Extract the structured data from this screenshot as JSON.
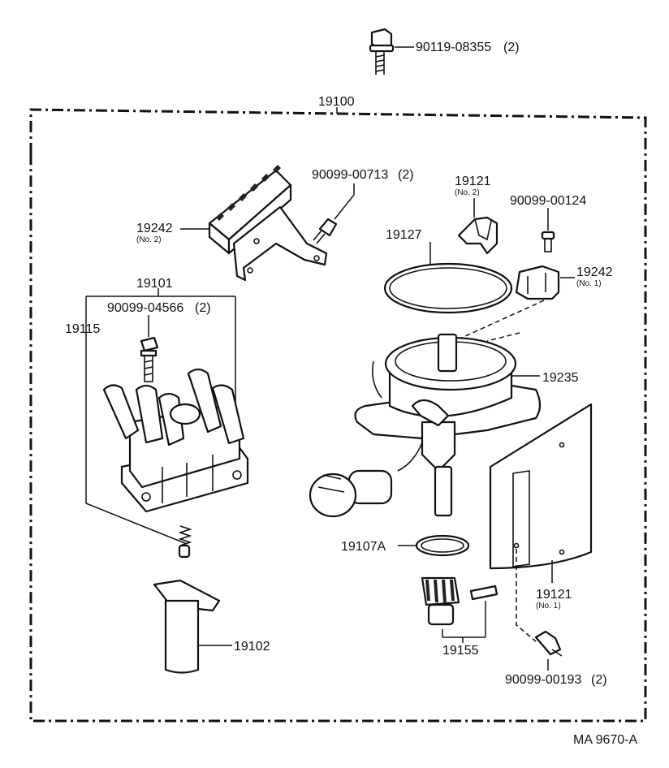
{
  "labels": {
    "bolt_top": "90119-08355",
    "bolt_top_qty": "(2)",
    "assembly": "19100",
    "screw_coil": "90099-00713",
    "screw_coil_qty": "(2)",
    "bracket_no2": "19121",
    "bracket_no2_sub": "(No. 2)",
    "screw_igniter": "90099-00124",
    "igniter_no2": "19242",
    "igniter_no2_sub": "(No. 2)",
    "oring_large": "19127",
    "igniter_no1": "19242",
    "igniter_no1_sub": "(No. 1)",
    "cap_assy": "19101",
    "cap_screw": "90099-04566",
    "cap_screw_qty": "(2)",
    "cap": "19115",
    "housing": "19235",
    "oring_small": "19107A",
    "cover_no1": "19121",
    "cover_no1_sub": "(No. 1)",
    "rotor": "19102",
    "gear": "19155",
    "screw_bottom": "90099-00193",
    "screw_bottom_qty": "(2)",
    "figure_code": "MA 9670-A"
  }
}
